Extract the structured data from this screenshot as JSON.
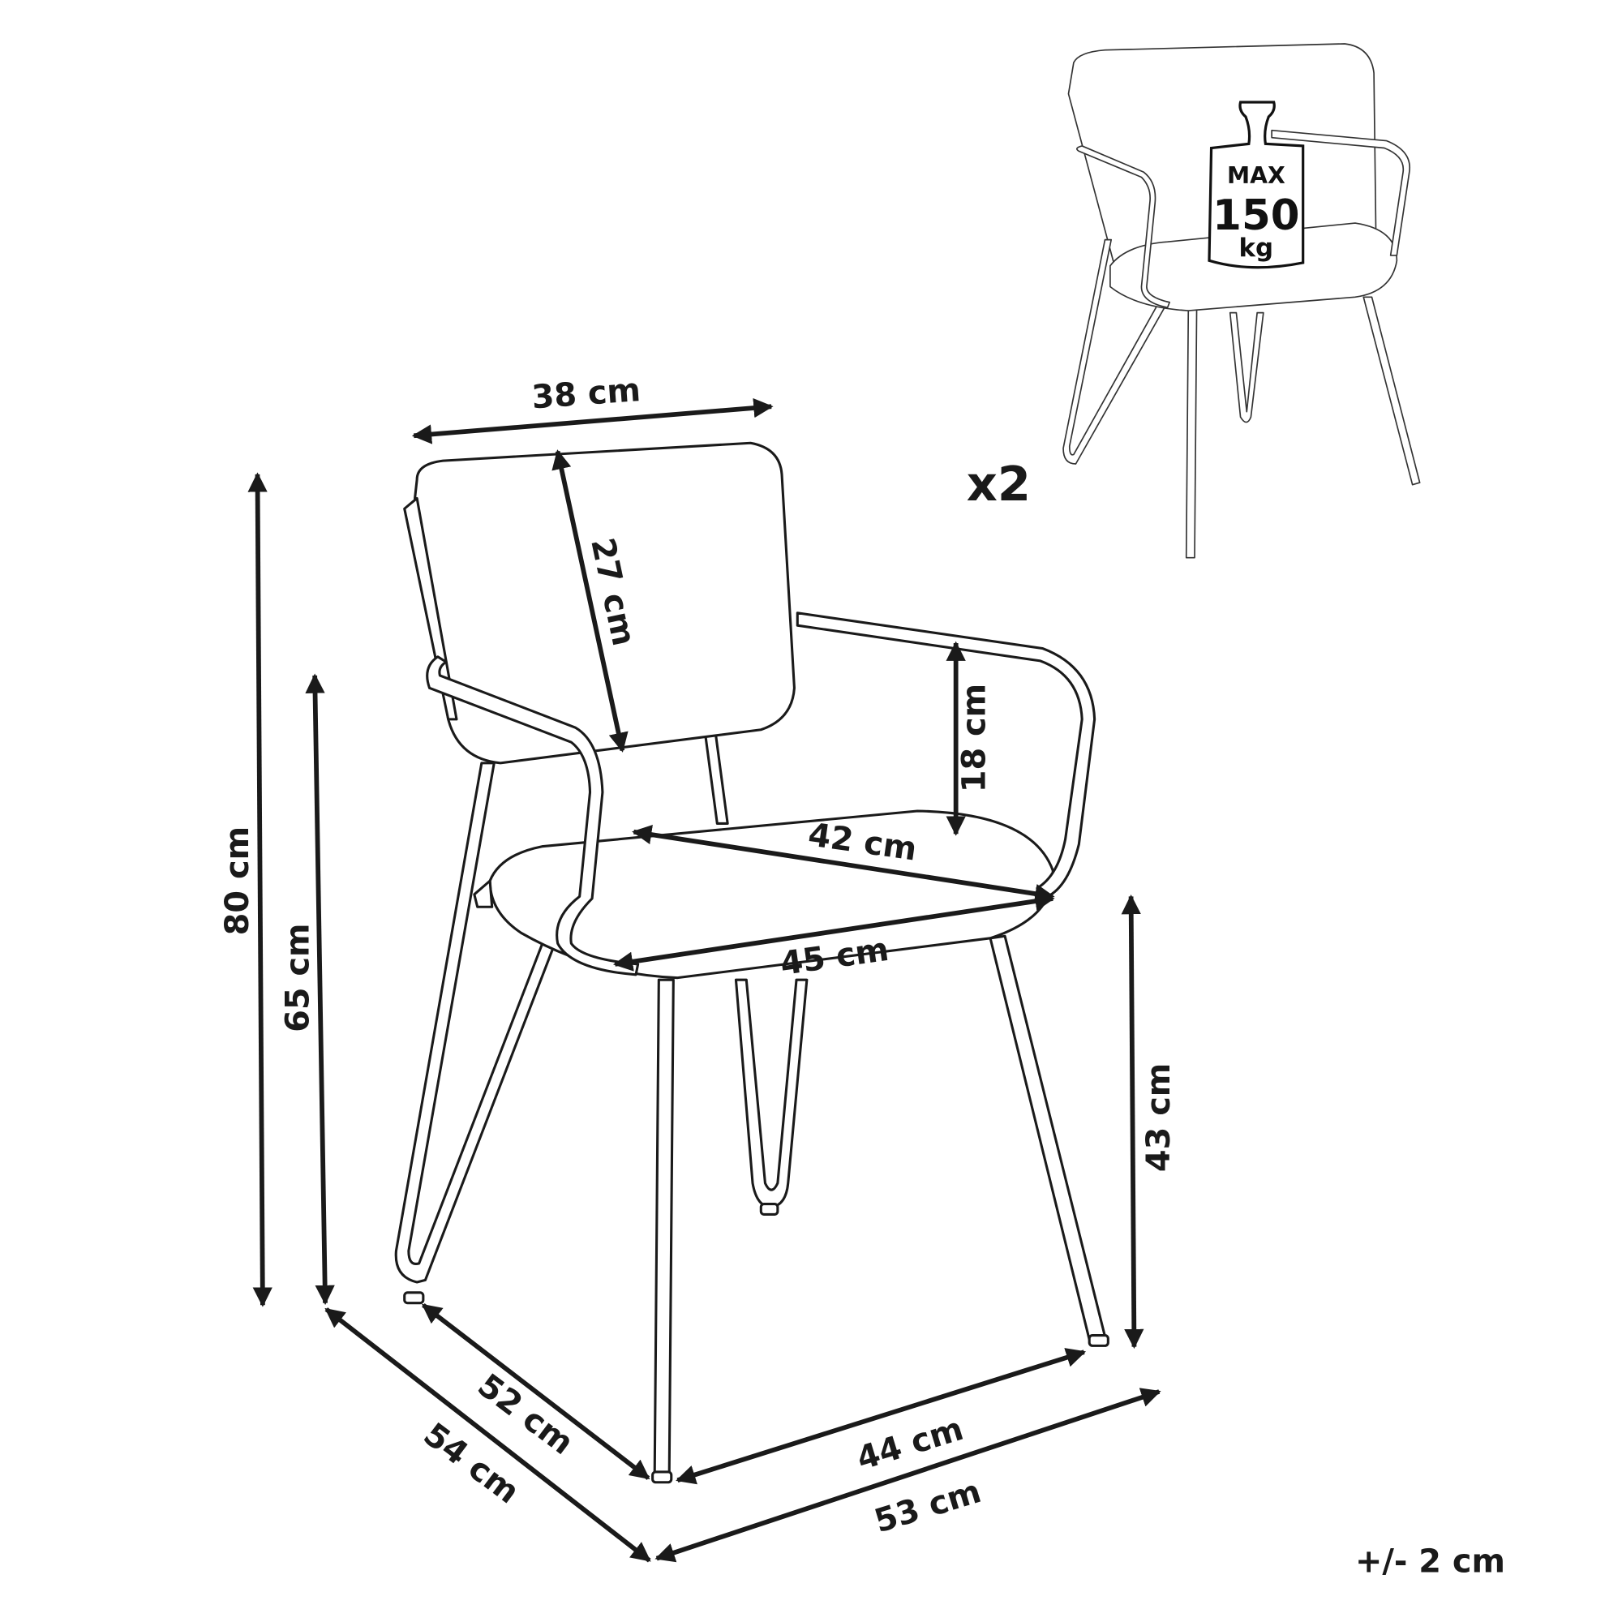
{
  "dimensions": {
    "back_width": "38 cm",
    "back_height": "27 cm",
    "armrest_height": "18 cm",
    "seat_depth": "42 cm",
    "seat_width": "45 cm",
    "total_height": "80 cm",
    "armrest_total_height": "65 cm",
    "seat_height": "43 cm",
    "base_depth": "52 cm",
    "total_depth": "54 cm",
    "base_width": "44 cm",
    "total_width": "53 cm"
  },
  "quantity": "x2",
  "max_load": {
    "line1": "MAX",
    "line2": "150",
    "line3": "kg"
  },
  "tolerance": "+/- 2 cm"
}
